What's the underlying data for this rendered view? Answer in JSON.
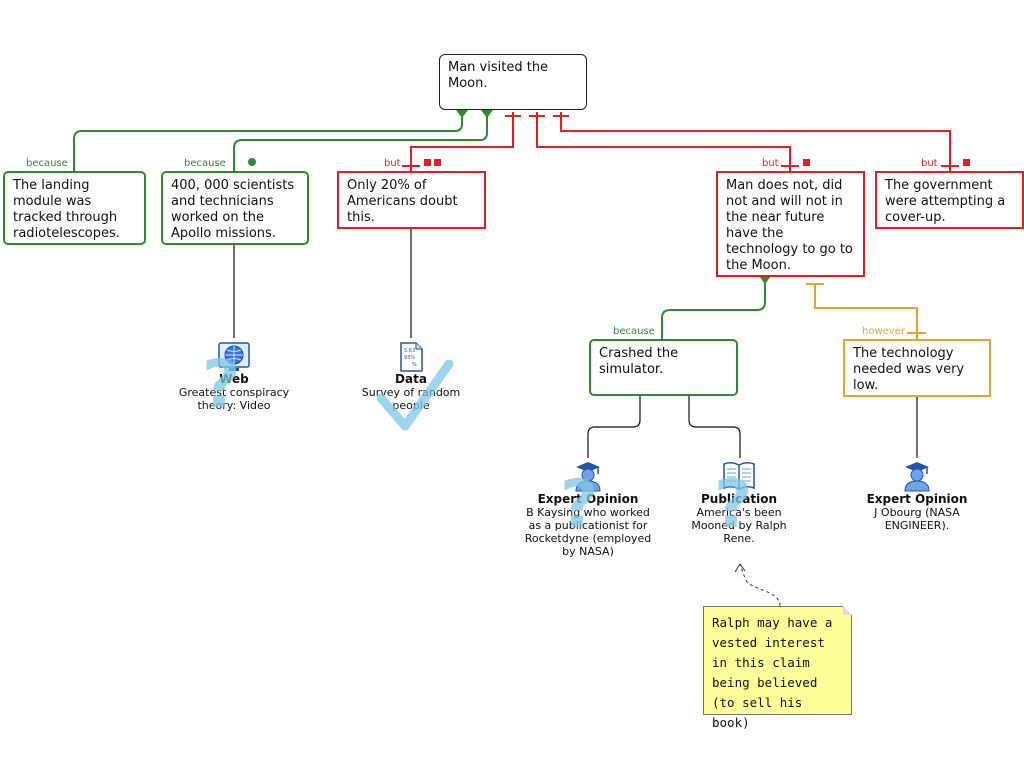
{
  "claim": {
    "text": "Man visited the Moon."
  },
  "connector_labels": {
    "because": "because",
    "but": "but",
    "however": "however"
  },
  "reasons": [
    {
      "text": "The landing module was tracked through radiotelescopes."
    },
    {
      "text": "400, 000 scientists and technicians worked on the Apollo missions."
    },
    {
      "text": "Crashed the simulator."
    }
  ],
  "objections": [
    {
      "text": "Only 20% of Americans doubt this."
    },
    {
      "text": "Man does not, did not and will not in the near future have the technology to go to the Moon."
    },
    {
      "text": "The government were attempting a cover-up."
    }
  ],
  "rebuttals": [
    {
      "text": "The technology needed was very low."
    }
  ],
  "evidence": [
    {
      "type": "Web",
      "description": "Greatest conspiracy theory: Video",
      "icon": "globe-icon"
    },
    {
      "type": "Data",
      "description": "Survey of random people",
      "icon": "data-sheet-icon"
    },
    {
      "type": "Expert Opinion",
      "description": "B Kaysing who worked as a publicationist for Rocketdyne (employed by NASA)",
      "icon": "graduate-icon"
    },
    {
      "type": "Publication",
      "description": "America's been Mooned by Ralph Rene.",
      "icon": "book-icon"
    },
    {
      "type": "Expert Opinion",
      "description": "J Obourg (NASA ENGINEER).",
      "icon": "graduate-icon"
    }
  ],
  "note": {
    "text": "Ralph may have a vested interest in this claim being believed (to sell his book)"
  },
  "colors": {
    "support": "#2e8b2e",
    "objection": "#e02020",
    "rebuttal": "#f0a030",
    "note": "#ffff99",
    "evaluation_mark": "#7ec8e3"
  }
}
